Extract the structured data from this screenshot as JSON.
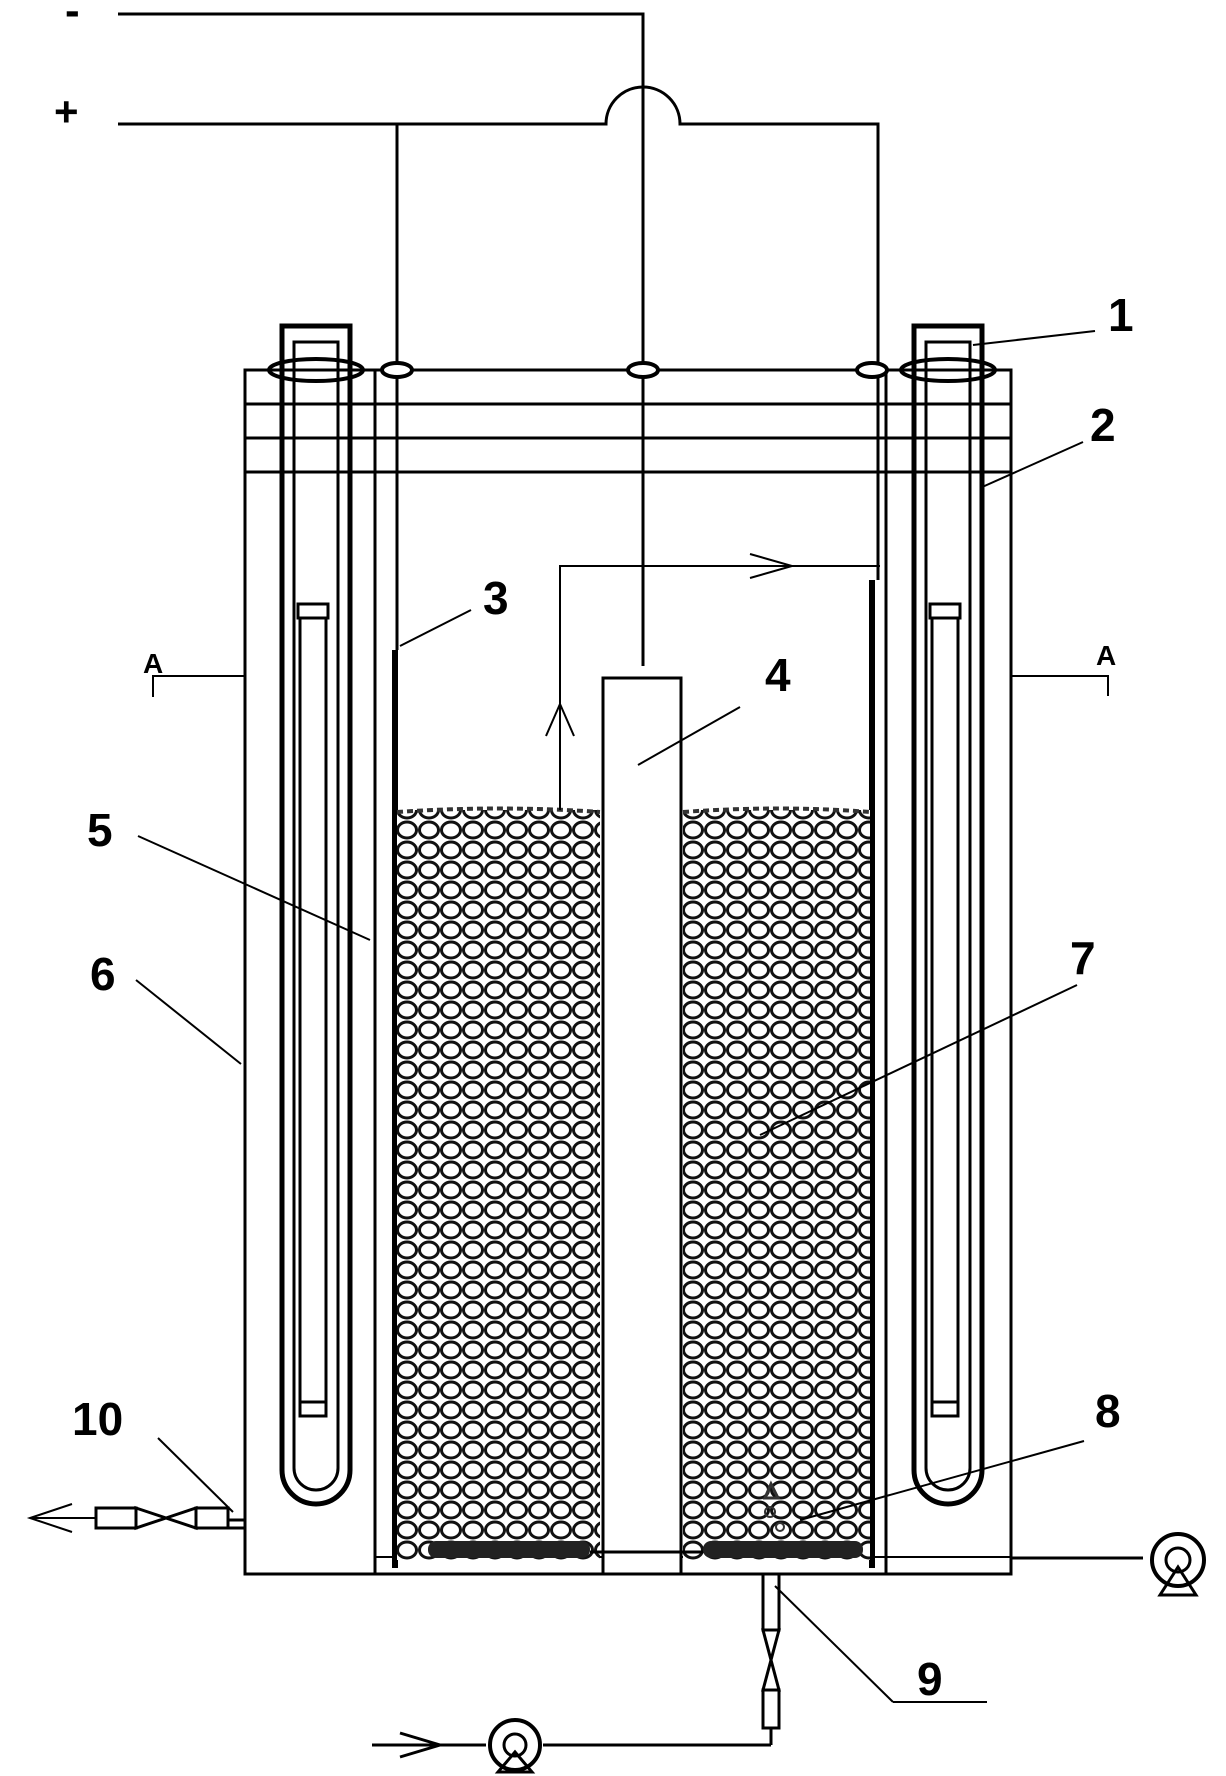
{
  "figure": {
    "terminal_negative": "-",
    "terminal_positive": "+",
    "section_marks": [
      "A",
      "A"
    ],
    "callouts": [
      {
        "id": "1",
        "label": "1"
      },
      {
        "id": "2",
        "label": "2"
      },
      {
        "id": "3",
        "label": "3"
      },
      {
        "id": "4",
        "label": "4"
      },
      {
        "id": "5",
        "label": "5"
      },
      {
        "id": "6",
        "label": "6"
      },
      {
        "id": "7",
        "label": "7"
      },
      {
        "id": "8",
        "label": "8"
      },
      {
        "id": "9",
        "label": "9"
      },
      {
        "id": "10",
        "label": "10"
      }
    ],
    "colors": {
      "line": "#000000",
      "background": "#ffffff"
    }
  }
}
